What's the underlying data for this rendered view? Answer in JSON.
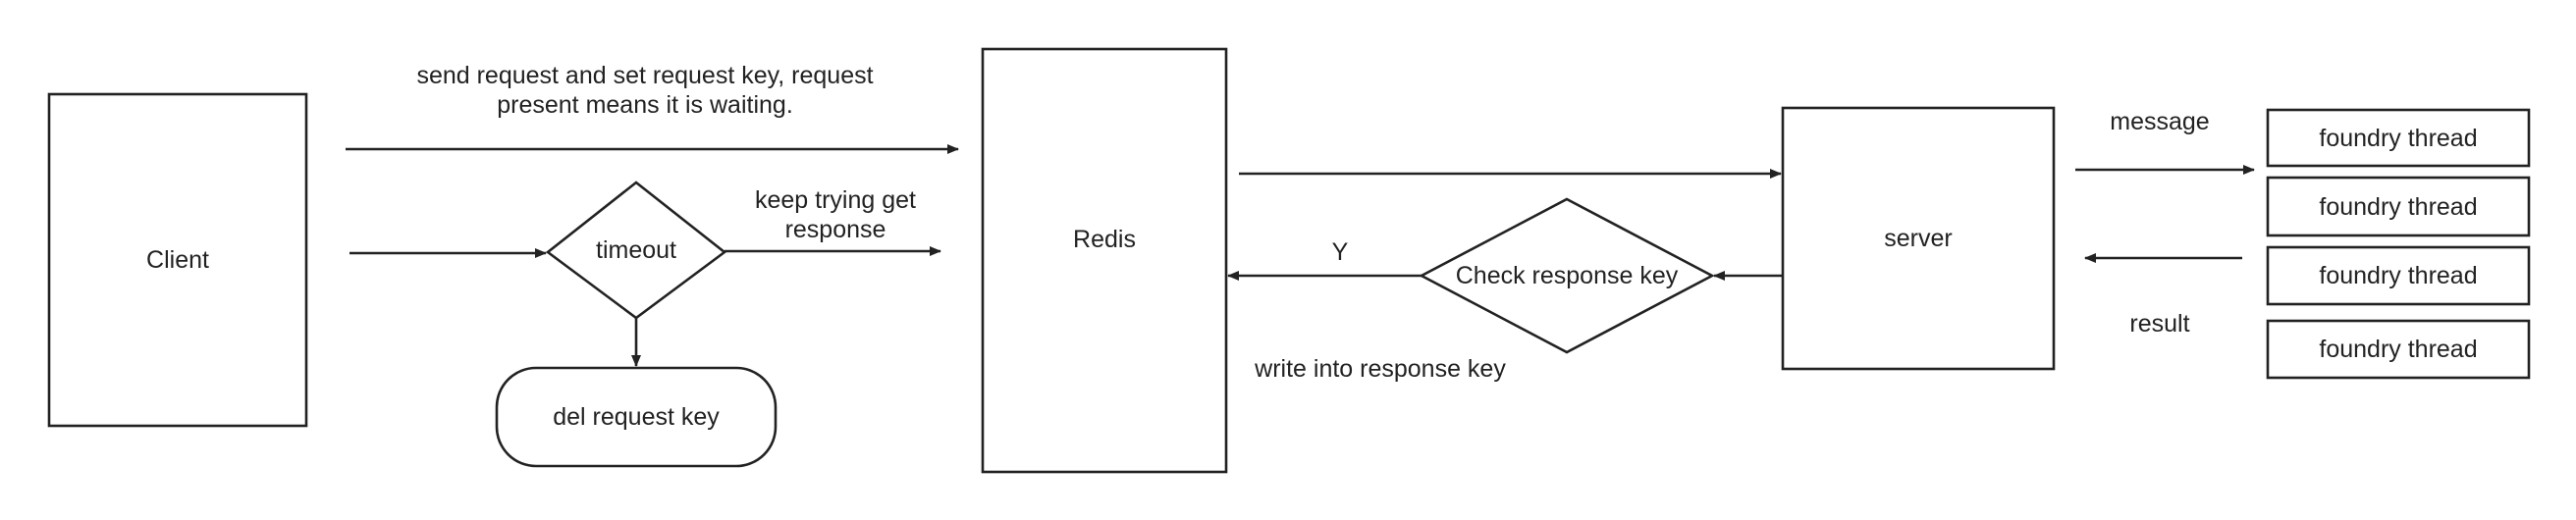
{
  "nodes": {
    "client": "Client",
    "timeout": "timeout",
    "del_request_key": "del request key",
    "redis": "Redis",
    "check_response_key": "Check response key",
    "server": "server",
    "threads": [
      "foundry thread",
      "foundry thread",
      "foundry thread",
      "foundry thread"
    ]
  },
  "edges": {
    "send_request": "send request and set request key, request present means it is waiting.",
    "keep_trying": "keep trying get response",
    "yes": "Y",
    "write_response": "write into response key",
    "message": "message",
    "result": "result"
  }
}
